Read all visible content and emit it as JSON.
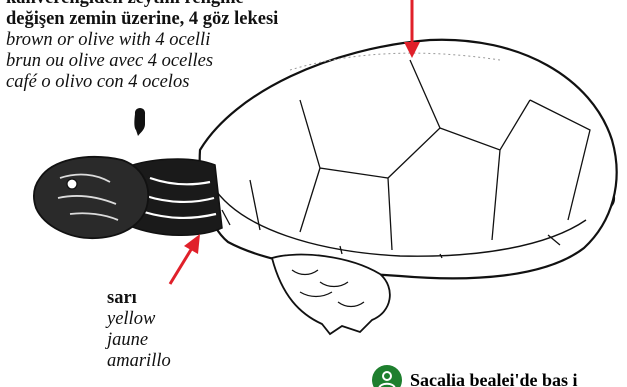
{
  "top_label": {
    "line_truncated": "kahverengiden zeytini rengine",
    "line_bold": "değişen zemin üzerine, 4 göz lekesi",
    "en": "brown or olive with 4 ocelli",
    "fr": "brun ou olive avec 4 ocelles",
    "es": "café o olivo con 4 ocelos"
  },
  "neck_label": {
    "tr": "sarı",
    "en": "yellow",
    "fr": "jaune",
    "es": "amarillo"
  },
  "footer_note": {
    "text": "Sacalia bealei'de bas i"
  },
  "colors": {
    "arrow": "#e0202a",
    "note_icon": "#1e7f2e",
    "line": "#111111"
  },
  "icons": {
    "pointer": "pointing-hand-icon",
    "note": "person-icon"
  }
}
